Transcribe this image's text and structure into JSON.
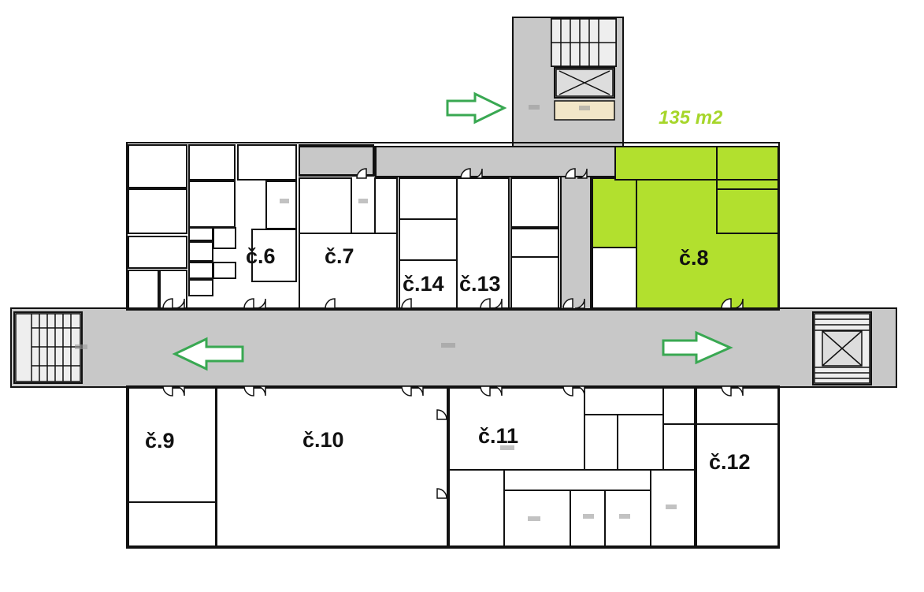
{
  "floorplan": {
    "area_label": "135 m2",
    "highlight_color": "#b2e02e",
    "corridor_color": "#c8c8c8",
    "arrow_color": "#39a852",
    "wall_color": "#111111",
    "stair_fill": "#f2e6c8",
    "rooms": [
      {
        "id": "6",
        "label": "č.6"
      },
      {
        "id": "7",
        "label": "č.7"
      },
      {
        "id": "8",
        "label": "č.8"
      },
      {
        "id": "9",
        "label": "č.9"
      },
      {
        "id": "10",
        "label": "č.10"
      },
      {
        "id": "11",
        "label": "č.11"
      },
      {
        "id": "12",
        "label": "č.12"
      },
      {
        "id": "13",
        "label": "č.13"
      },
      {
        "id": "14",
        "label": "č.14"
      }
    ],
    "arrows": [
      {
        "direction": "right",
        "name": "arrow-to-north-wing"
      },
      {
        "direction": "left",
        "name": "arrow-west"
      },
      {
        "direction": "right",
        "name": "arrow-east"
      }
    ]
  }
}
